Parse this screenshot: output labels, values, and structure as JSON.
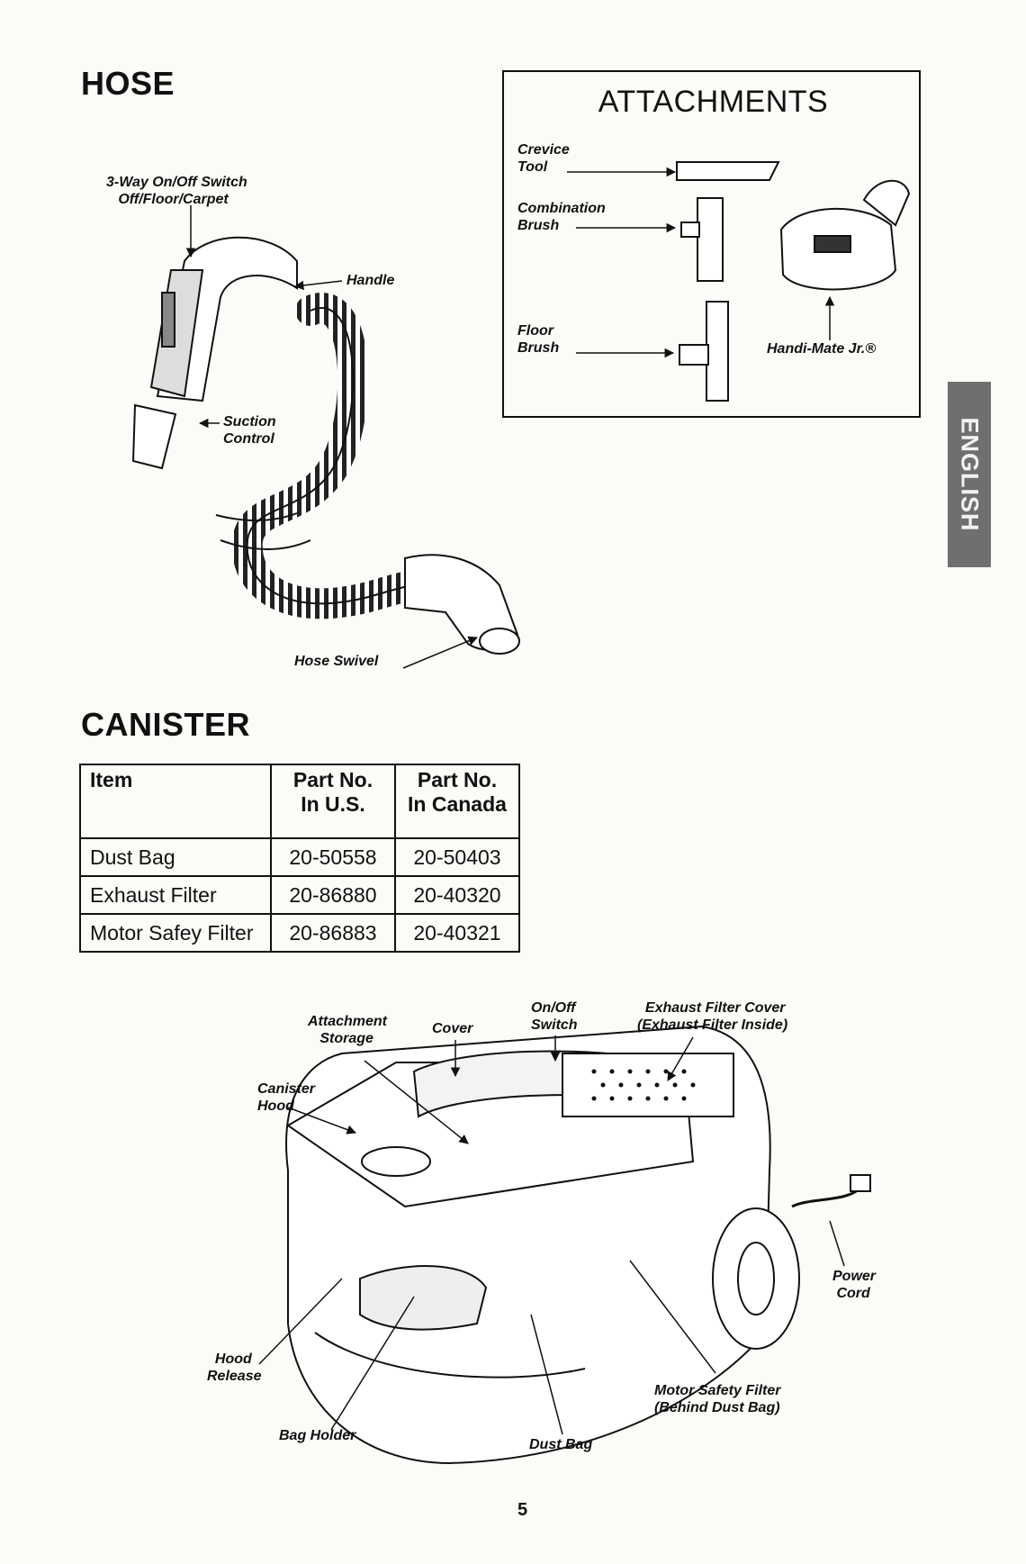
{
  "hose": {
    "heading": "HOSE",
    "switch_label": "3-Way On/Off Switch\n   Off/Floor/Carpet",
    "handle_label": "Handle",
    "suction_label": "Suction\nControl",
    "swivel_label": "Hose Swivel"
  },
  "attachments": {
    "title": "ATTACHMENTS",
    "crevice_label": "Crevice\nTool",
    "combination_label": "Combination\nBrush",
    "floor_label": "Floor\nBrush",
    "handimate_label": "Handi-Mate Jr.®"
  },
  "language_tab": "ENGLISH",
  "canister": {
    "heading": "CANISTER",
    "table": {
      "headers": [
        "Item",
        "Part No.\nIn U.S.",
        "Part No.\nIn Canada"
      ],
      "rows": [
        [
          "Dust Bag",
          "20-50558",
          "20-50403"
        ],
        [
          "Exhaust Filter",
          "20-86880",
          "20-40320"
        ],
        [
          "Motor Safey Filter",
          "20-86883",
          "20-40321"
        ]
      ]
    },
    "labels": {
      "attachment_storage": "Attachment\n   Storage",
      "cover": "Cover",
      "onoff_switch": "On/Off\nSwitch",
      "exhaust_cover": "  Exhaust Filter Cover\n(Exhaust Filter Inside)",
      "canister_hood": "Canister\nHood",
      "power_cord": "Power\n Cord",
      "hood_release": "  Hood\nRelease",
      "motor_safety": "Motor Safety Filter\n(Behind Dust Bag)",
      "bag_holder": "Bag Holder",
      "dust_bag": "Dust Bag"
    }
  },
  "page_number": "5"
}
